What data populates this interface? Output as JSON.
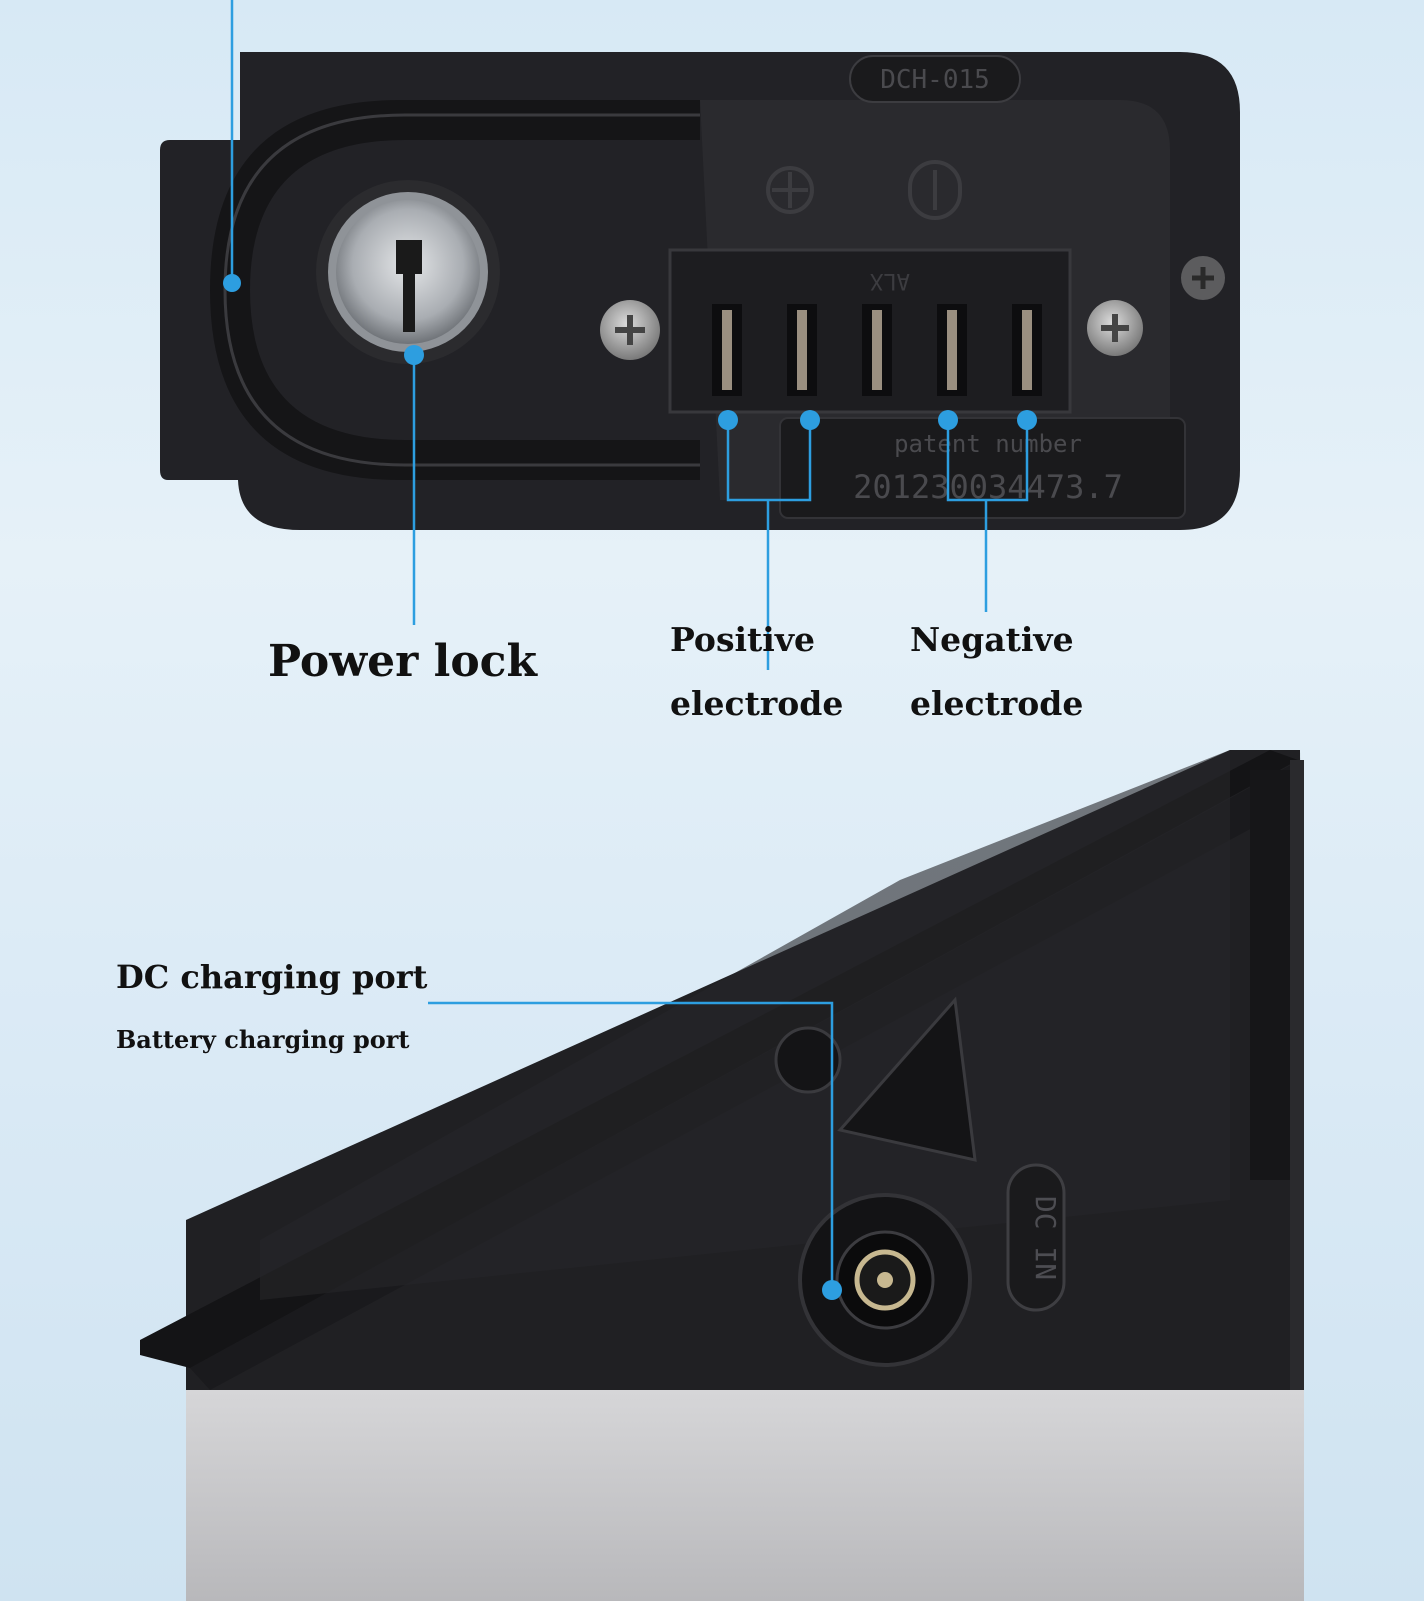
{
  "labels": {
    "power_lock": "Power lock",
    "positive_line1": "Positive",
    "positive_line2": "electrode",
    "negative_line1": "Negative",
    "negative_line2": "electrode",
    "dc_port": "DC charging port",
    "battery_port": "Battery charging port"
  },
  "engravings": {
    "model": "DCH-015",
    "alx": "ALX",
    "patent_title": "patent number",
    "patent_number": "201230034473.7",
    "dc_in": "DC IN"
  },
  "colors": {
    "callout": "#2d9ee0",
    "plastic": "#1f1f22",
    "metal": "#c9c9cb",
    "text": "#111111"
  }
}
